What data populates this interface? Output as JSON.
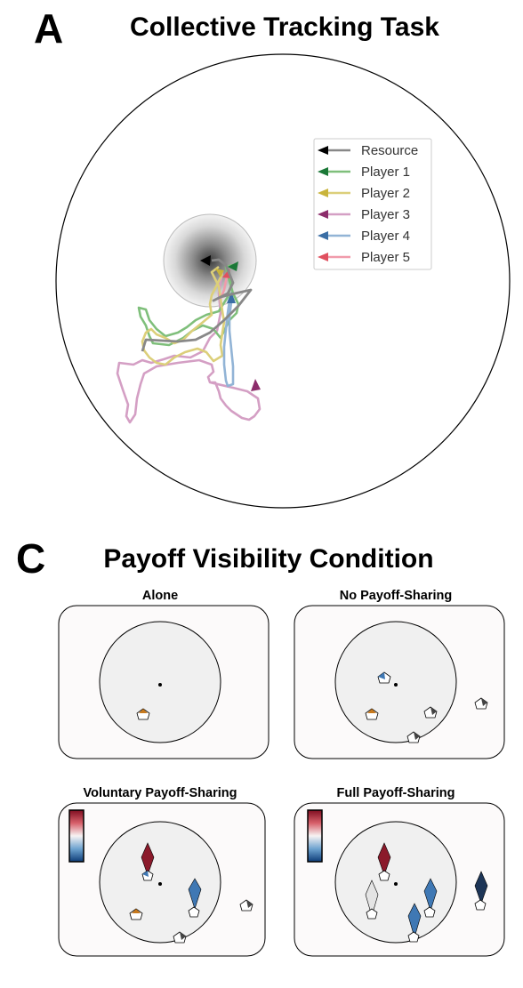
{
  "panel_a": {
    "letter": "A",
    "title": "Collective Tracking Task",
    "legend": [
      {
        "label": "Resource",
        "color": "#888888",
        "arrow": "#000000"
      },
      {
        "label": "Player 1",
        "color": "#7fbf7b",
        "arrow": "#1b7837"
      },
      {
        "label": "Player 2",
        "color": "#dccf7a",
        "arrow": "#c9b43c"
      },
      {
        "label": "Player 3",
        "color": "#d49fc4",
        "arrow": "#8c2d6b"
      },
      {
        "label": "Player 4",
        "color": "#92b4d6",
        "arrow": "#3a6ea5"
      },
      {
        "label": "Player 5",
        "color": "#f09bab",
        "arrow": "#e0505f"
      }
    ]
  },
  "panel_c": {
    "letter": "C",
    "title": "Payoff Visibility Condition",
    "subpanels": [
      {
        "title": "Alone"
      },
      {
        "title": "No Payoff-Sharing"
      },
      {
        "title": "Voluntary Payoff-Sharing"
      },
      {
        "title": "Full Payoff-Sharing"
      }
    ]
  },
  "colors": {
    "arena_fill": "#f0f0f0",
    "panel_bg": "#fcfafa",
    "heat_red": "#8b1a2b",
    "heat_blue": "#3f78b4",
    "heat_navy": "#1d3557",
    "agent_orange": "#c87a1e"
  }
}
